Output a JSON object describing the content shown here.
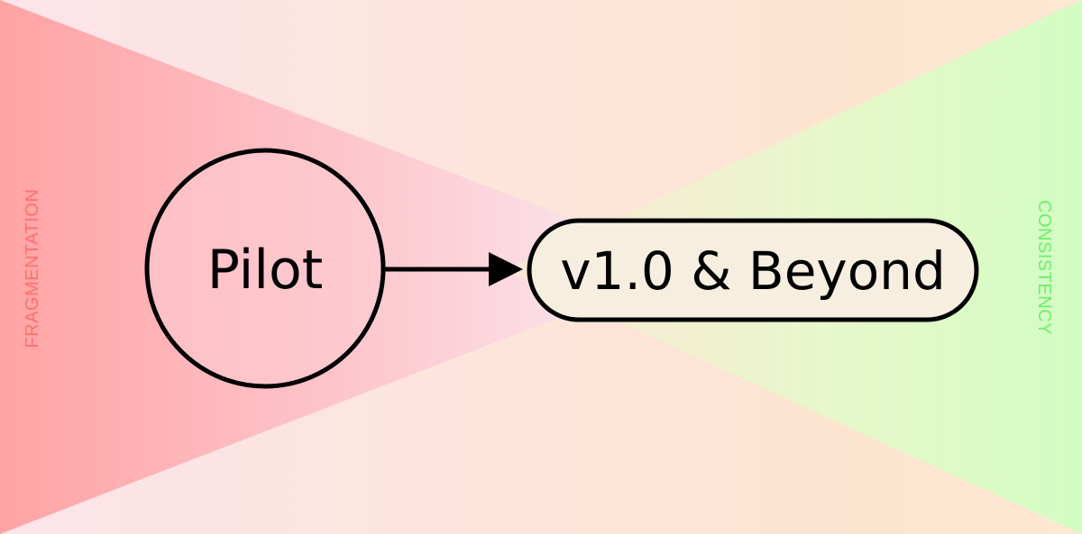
{
  "labels": {
    "left_side": "FRAGMENTATION",
    "right_side": "CONSISTENCY"
  },
  "nodes": {
    "pilot": "Pilot",
    "v1": "v1.0 & Beyond"
  },
  "colors": {
    "background": "#fde6dc",
    "left_wedge": "#ffa3a3",
    "left_wedge_mid": "#fbd8df",
    "right_wedge": "#d4fcc3",
    "left_label": "#ff6f6f",
    "right_label": "#6cf06a",
    "stroke": "#000000",
    "pill_fill": "#f6eedf"
  }
}
